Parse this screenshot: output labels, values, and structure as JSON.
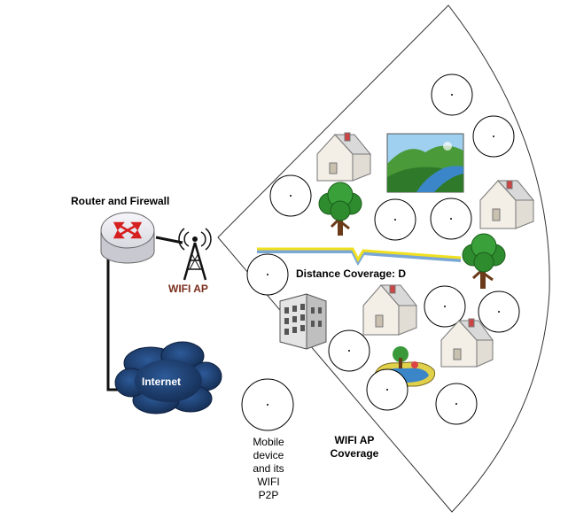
{
  "labels": {
    "router": "Router and Firewall",
    "wifi_ap": "WIFI AP",
    "internet": "Internet",
    "distance": "Distance Coverage: D",
    "coverage_line1": "WIFI AP",
    "coverage_line2": "Coverage",
    "mobile_line1": "Mobile",
    "mobile_line2": "device",
    "mobile_line3": "and its",
    "mobile_line4": "WIFI",
    "mobile_line5": "P2P"
  },
  "icons": [
    "router-icon",
    "wifi-antenna-icon",
    "internet-cloud-icon",
    "house-icon",
    "tree-icon",
    "landscape-picture-icon",
    "pond-picture-icon",
    "office-building-icon",
    "lightning-icon"
  ],
  "colors": {
    "router_arrows": "#d62020",
    "router_body": "#e8e8ee",
    "cloud": "#1f3f72",
    "wifi_label": "#7a2e1c",
    "lightning": "#f0e020",
    "tree_leaves": "#2e8b2e",
    "tree_trunk": "#6b3b1a",
    "house_wall": "#f3eee6",
    "house_roof": "#d9d9d9"
  }
}
